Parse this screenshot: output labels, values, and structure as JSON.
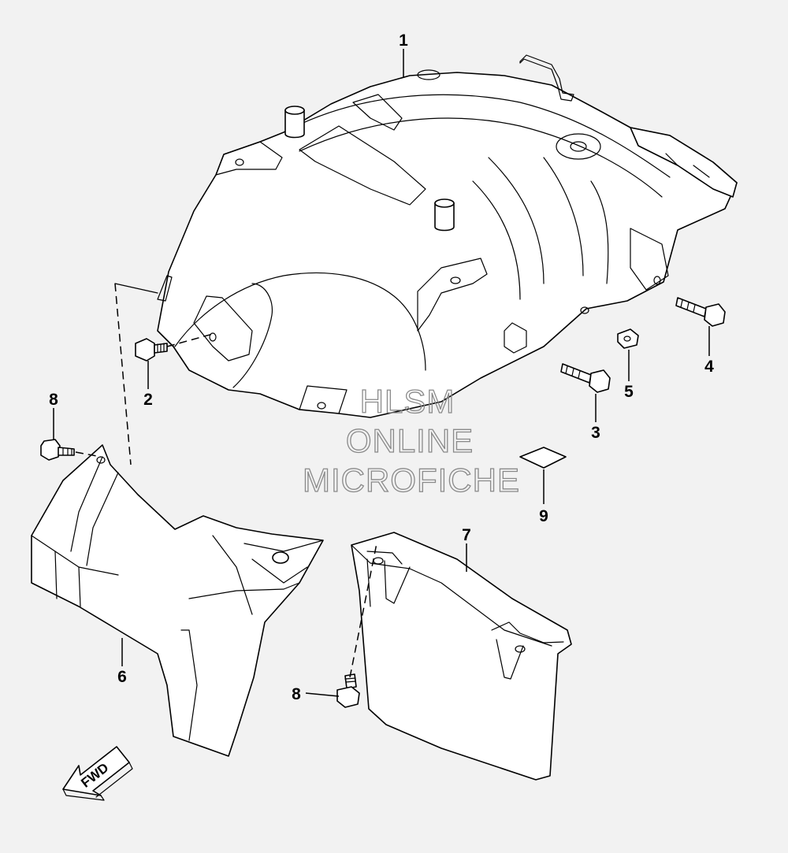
{
  "callouts": {
    "c1": "1",
    "c2": "2",
    "c3": "3",
    "c4": "4",
    "c5": "5",
    "c6": "6",
    "c7": "7",
    "c8a": "8",
    "c8b": "8",
    "c9": "9"
  },
  "watermark": {
    "line1": "HLSM",
    "line2": "ONLINE",
    "line3": "MICROFICHE"
  },
  "direction_arrow": {
    "label": "FWD"
  },
  "colors": {
    "background": "#f2f2f2",
    "line": "#000000",
    "watermark": "#8a8a8a"
  }
}
